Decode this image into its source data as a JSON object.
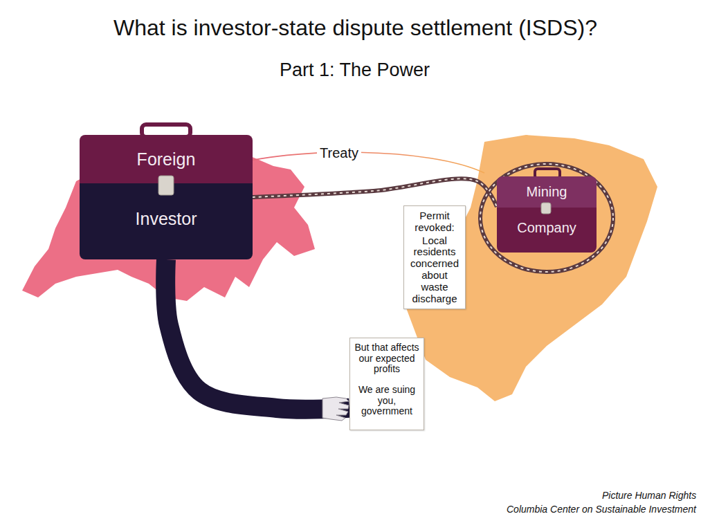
{
  "diagram": {
    "title": "What is investor-state dispute settlement (ISDS)?",
    "nodes": [
      {
        "text": [
          "Foreign",
          "Investor"
        ]
      },
      {
        "text": [
          "Mining",
          "Company"
        ]
      },
      {
        "text": [
          "Permit revoked:",
          "Local residents concerned about waste discharge"
        ]
      },
      {
        "text": [
          "But that affects our expected profits",
          "We are suing you, government"
        ]
      }
    ],
    "edges": [
      {
        "from": 0,
        "to": 1,
        "arrow": "none"
      },
      {
        "from": 0,
        "to": 3,
        "arrow": "none"
      }
    ],
    "labels": [
      "Part 1: The Power",
      "Treaty",
      "Picture Human Rights",
      "Columbia Center on Sustainable Investment"
    ]
  }
}
